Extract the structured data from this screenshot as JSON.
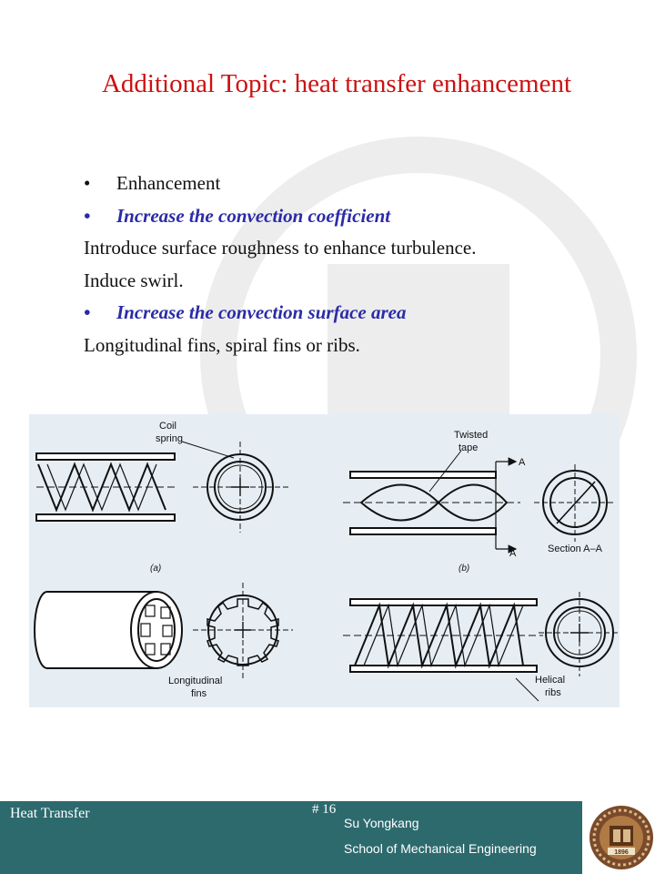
{
  "slide": {
    "title": "Additional Topic: heat transfer enhancement",
    "bullet_glyph": "•",
    "lines": [
      {
        "type": "bullet",
        "text": "Enhancement",
        "emphasis": false
      },
      {
        "type": "bullet",
        "text": "Increase the convection coefficient",
        "emphasis": true
      },
      {
        "type": "plain",
        "text": "Introduce surface roughness to enhance turbulence."
      },
      {
        "type": "plain",
        "text": "Induce swirl."
      },
      {
        "type": "bullet",
        "text": "Increase the convection surface area",
        "emphasis": true
      },
      {
        "type": "plain",
        "text": "Longitudinal fins, spiral fins or ribs."
      }
    ]
  },
  "figure": {
    "labels": {
      "coil_spring": [
        "Coil",
        "spring"
      ],
      "twisted_tape": [
        "Twisted",
        "tape"
      ],
      "section_marker": "A",
      "section": "Section A–A",
      "panel_a": "(a)",
      "panel_b": "(b)",
      "longitudinal_fins": [
        "Longitudinal",
        "fins"
      ],
      "helical_ribs": [
        "Helical",
        "ribs"
      ]
    }
  },
  "footer": {
    "course": "Heat Transfer",
    "page": "# 16",
    "author": "Su Yongkang",
    "school": "School of Mechanical Engineering",
    "logo_year": "1896"
  },
  "colors": {
    "title": "#cc1111",
    "emphasis": "#2b2ba8",
    "footer_bg": "#2d6a6e",
    "figure_bg": "#e6eef4"
  }
}
